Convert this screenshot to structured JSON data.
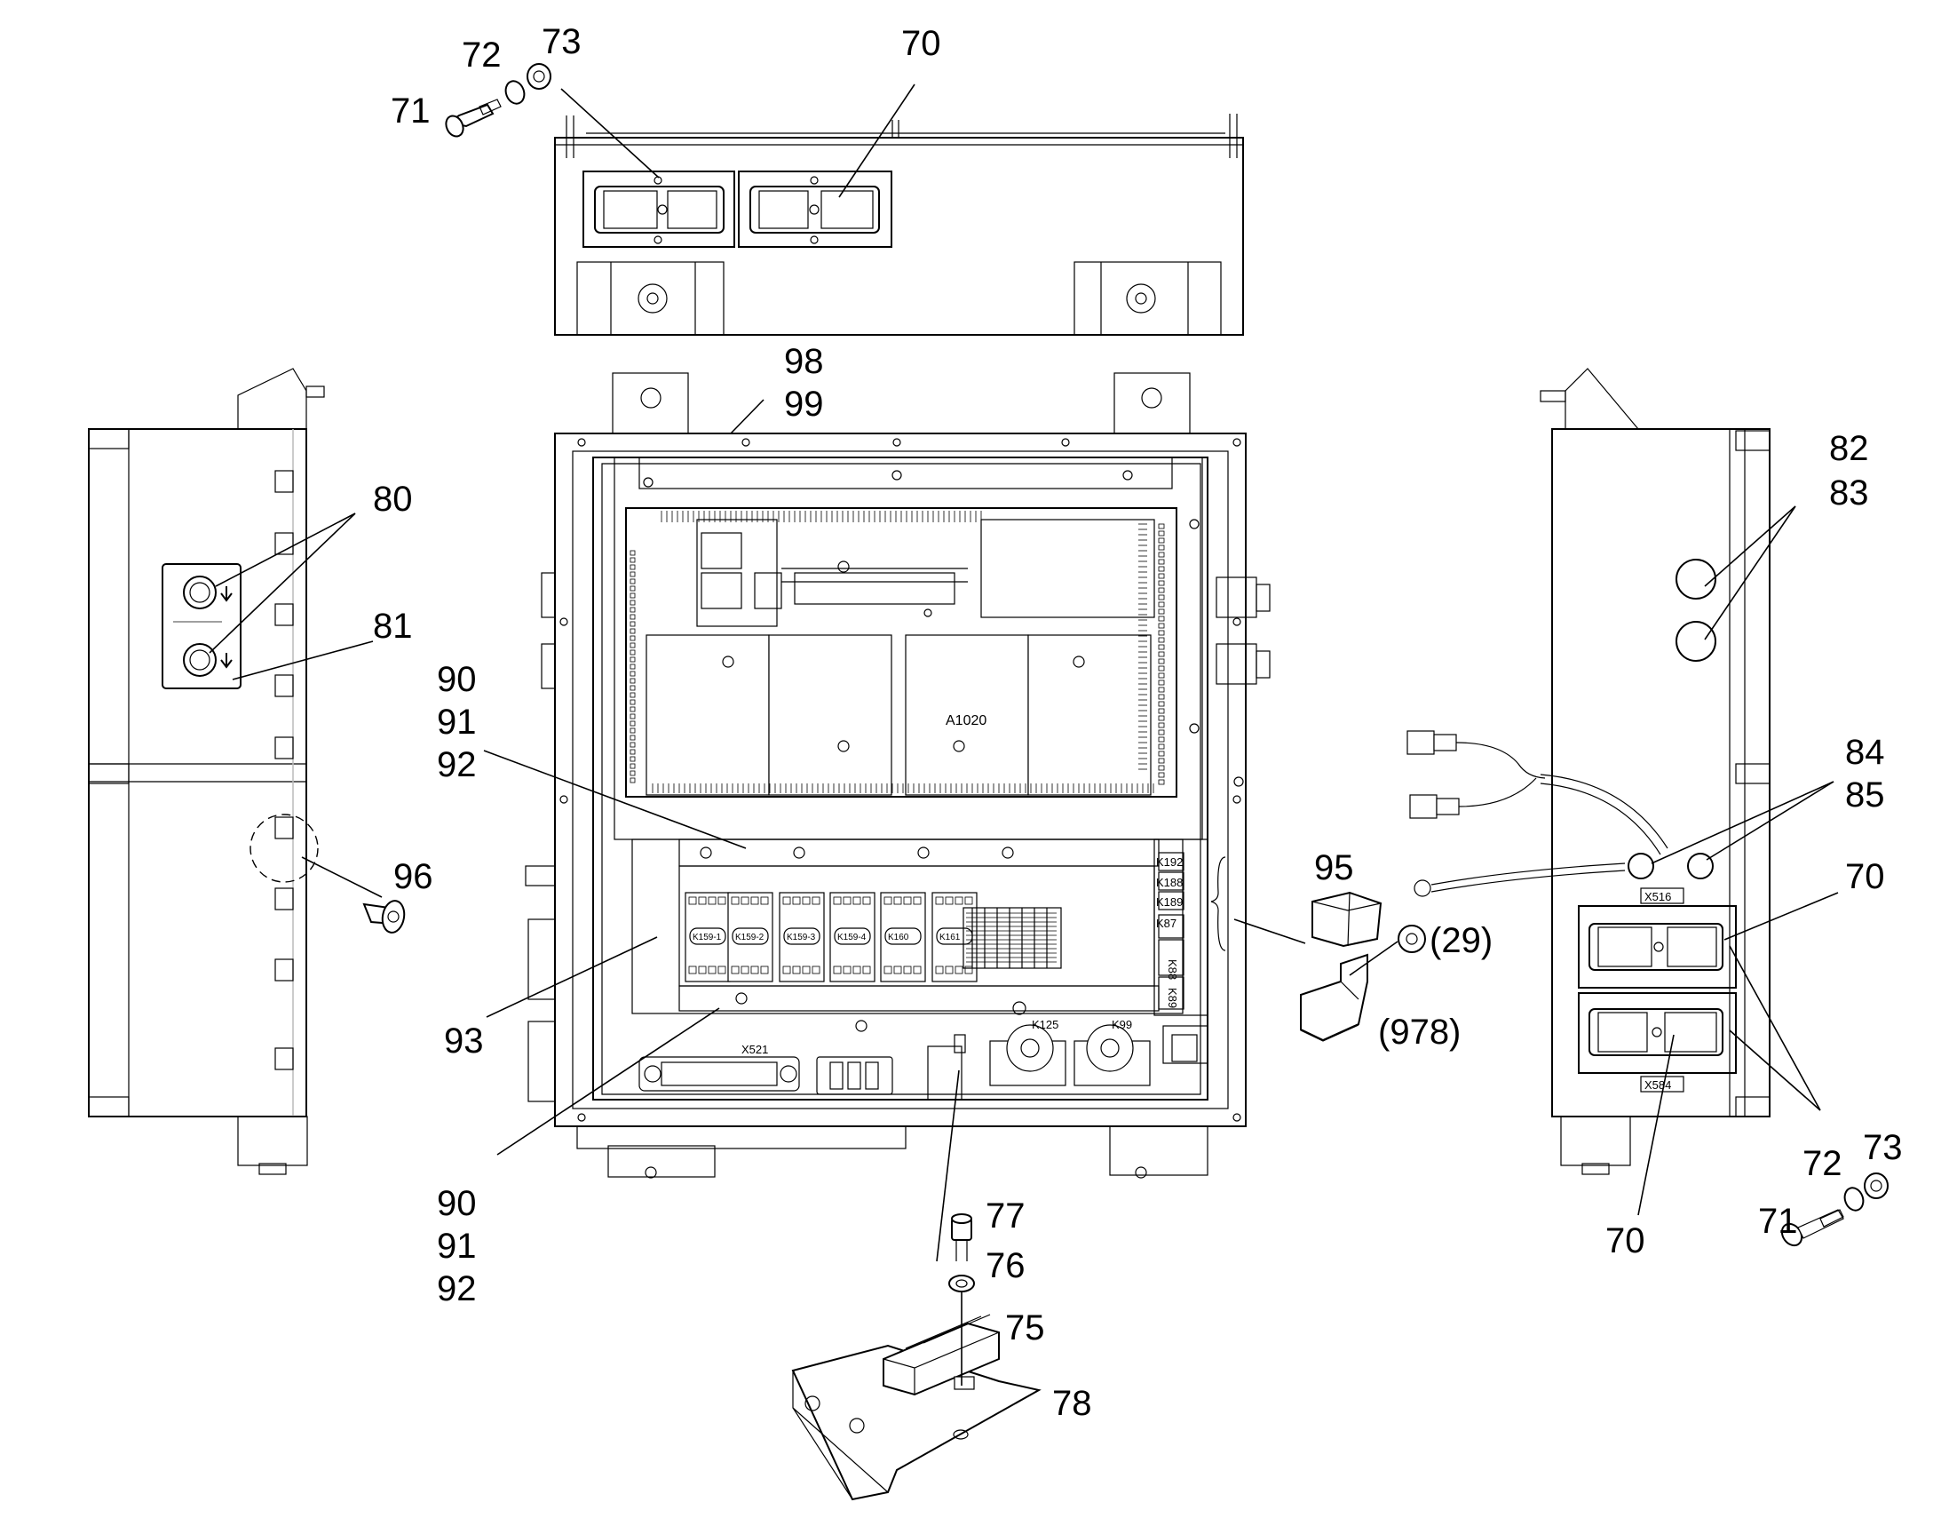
{
  "callouts": {
    "c70_top": "70",
    "c71_top": "71",
    "c72_top": "72",
    "c73_top": "73",
    "c98": "98",
    "c99": "99",
    "c80": "80",
    "c81": "81",
    "c96": "96",
    "c90a": "90",
    "c91a": "91",
    "c92a": "92",
    "c93": "93",
    "c90b": "90",
    "c91b": "91",
    "c92b": "92",
    "c95": "95",
    "c29": "(29)",
    "c978": "(978)",
    "c77": "77",
    "c76": "76",
    "c75": "75",
    "c78": "78",
    "c82": "82",
    "c83": "83",
    "c84": "84",
    "c85": "85",
    "c70_right_a": "70",
    "c70_right_b": "70",
    "c72_right": "72",
    "c73_right": "73",
    "c71_right": "71"
  },
  "labels": {
    "a1020": "A1020",
    "x521": "X521",
    "k125": "K125",
    "k99": "K99",
    "x516": "X516",
    "x584": "X584",
    "k192": "K192",
    "k188": "K188",
    "k189": "K189",
    "k87": "K87",
    "k88": "K88",
    "k89": "K89",
    "relays": [
      "K159-1",
      "K159-2",
      "K159-3",
      "K159-4",
      "K160",
      "K161"
    ]
  }
}
